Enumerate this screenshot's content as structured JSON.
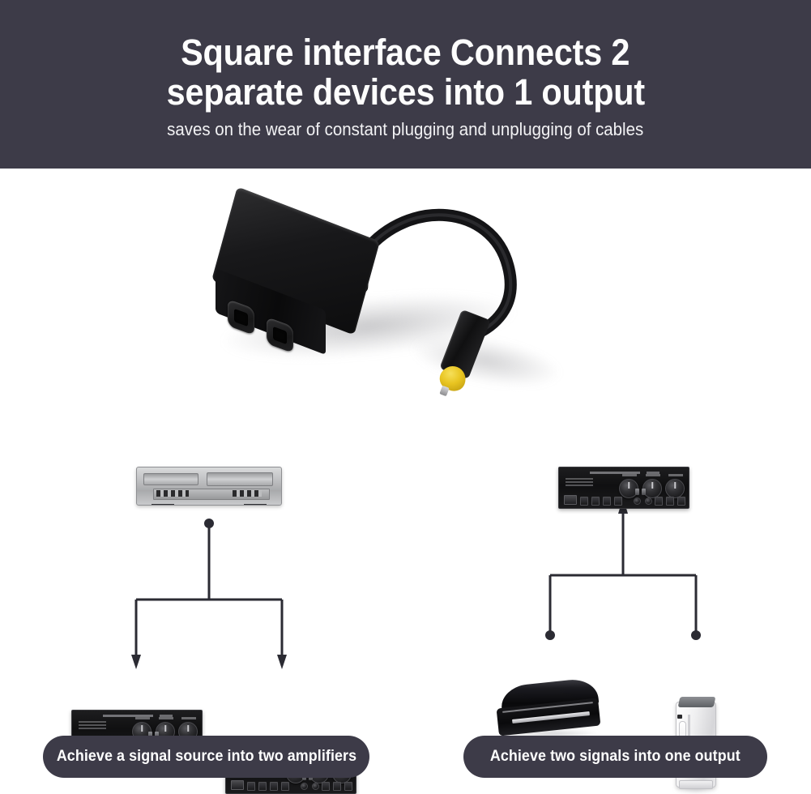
{
  "header": {
    "headline_line1": "Square interface  Connects 2",
    "headline_line2": "separate devices into 1 output",
    "subtitle": "saves on the wear of constant plugging and unplugging of cables",
    "background_color": "#3d3b48",
    "text_color": "#ffffff"
  },
  "product": {
    "name": "optical-audio-splitter",
    "body_color": "#0d0d0e",
    "connector_tip_color": "#e8c420",
    "ports": [
      {
        "label": "optical-port-1"
      },
      {
        "label": "optical-port-2"
      }
    ],
    "plug": {
      "label": "toslink-male-plug"
    }
  },
  "diagrams": [
    {
      "id": "one-source-two-amps",
      "direction": "split",
      "source": {
        "type": "dvd-vcr-player",
        "label": "signal source"
      },
      "targets": [
        {
          "type": "amplifier",
          "label": "amplifier 1"
        },
        {
          "type": "amplifier",
          "label": "amplifier 2"
        }
      ],
      "caption": "Achieve a signal source into two amplifiers"
    },
    {
      "id": "two-sources-one-output",
      "direction": "merge",
      "source": {
        "type": "amplifier",
        "label": "amplifier output"
      },
      "targets": [
        {
          "type": "playstation-3",
          "label": "PlayStation 3"
        },
        {
          "type": "xbox-360",
          "label": "Xbox 360"
        }
      ],
      "caption": "Achieve two signals into one output"
    }
  ],
  "captions": {
    "left": "Achieve a signal source into two amplifiers",
    "right": "Achieve two signals into one output",
    "pill_color": "#3d3b48"
  }
}
